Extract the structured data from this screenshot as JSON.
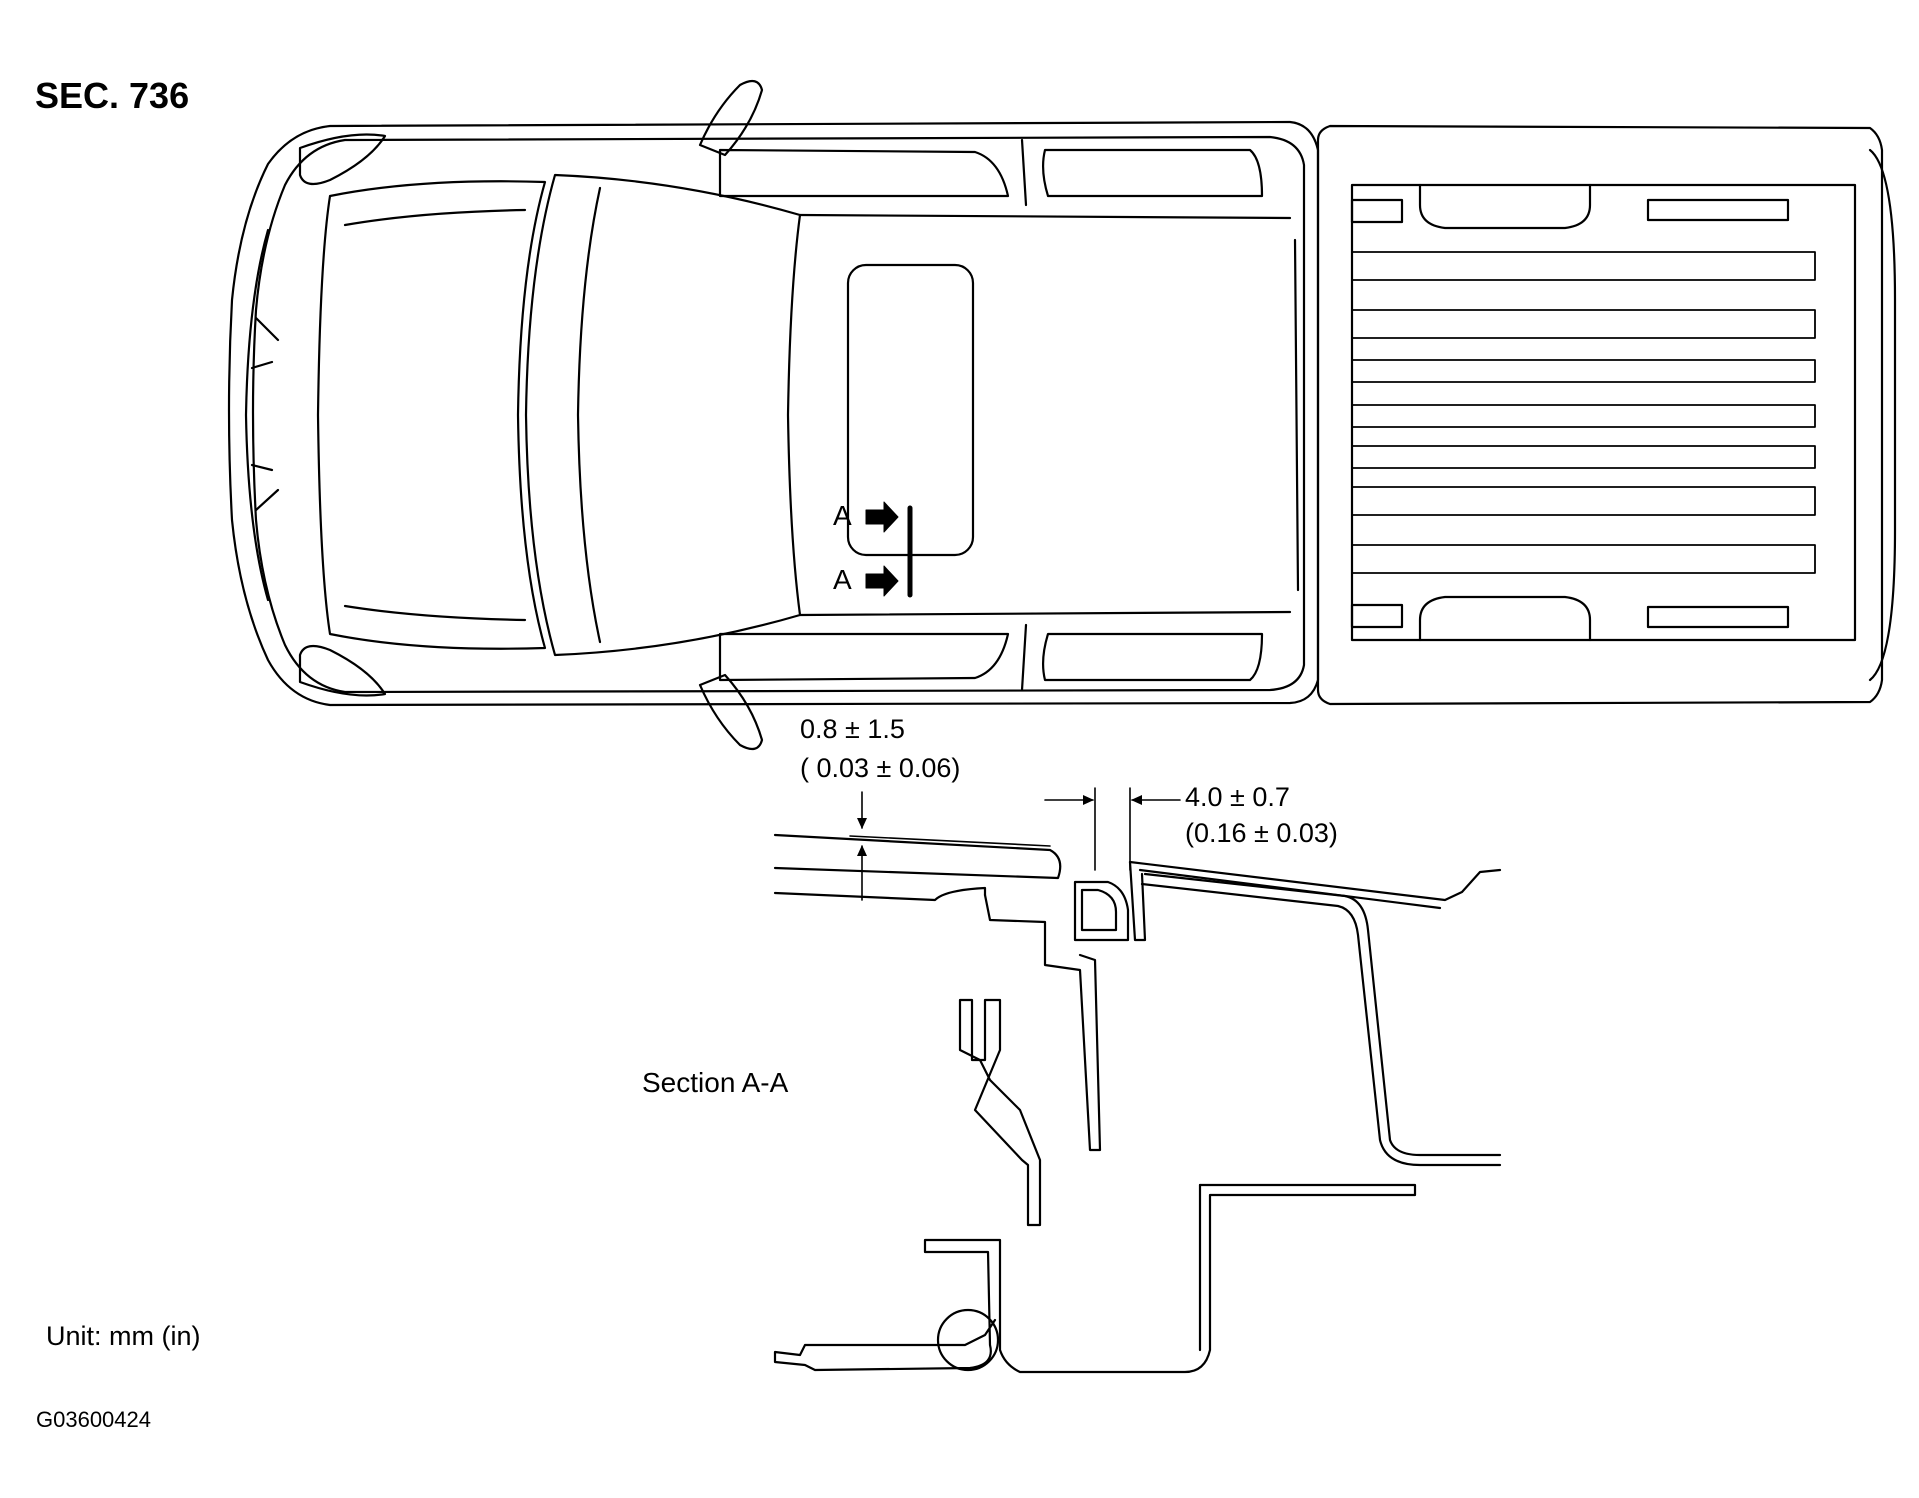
{
  "header": {
    "section_code": "SEC. 736"
  },
  "top_view": {
    "section_marker_upper": "A",
    "section_marker_lower": "A"
  },
  "dimensions": {
    "flush": {
      "mm": "0.8 ± 1.5",
      "in": "( 0.03 ± 0.06)"
    },
    "gap": {
      "mm": "4.0 ± 0.7",
      "in": "(0.16 ± 0.03)"
    }
  },
  "section_view": {
    "title": "Section A-A"
  },
  "footer": {
    "unit": "Unit: mm (in)",
    "figure_code": "G03600424"
  }
}
